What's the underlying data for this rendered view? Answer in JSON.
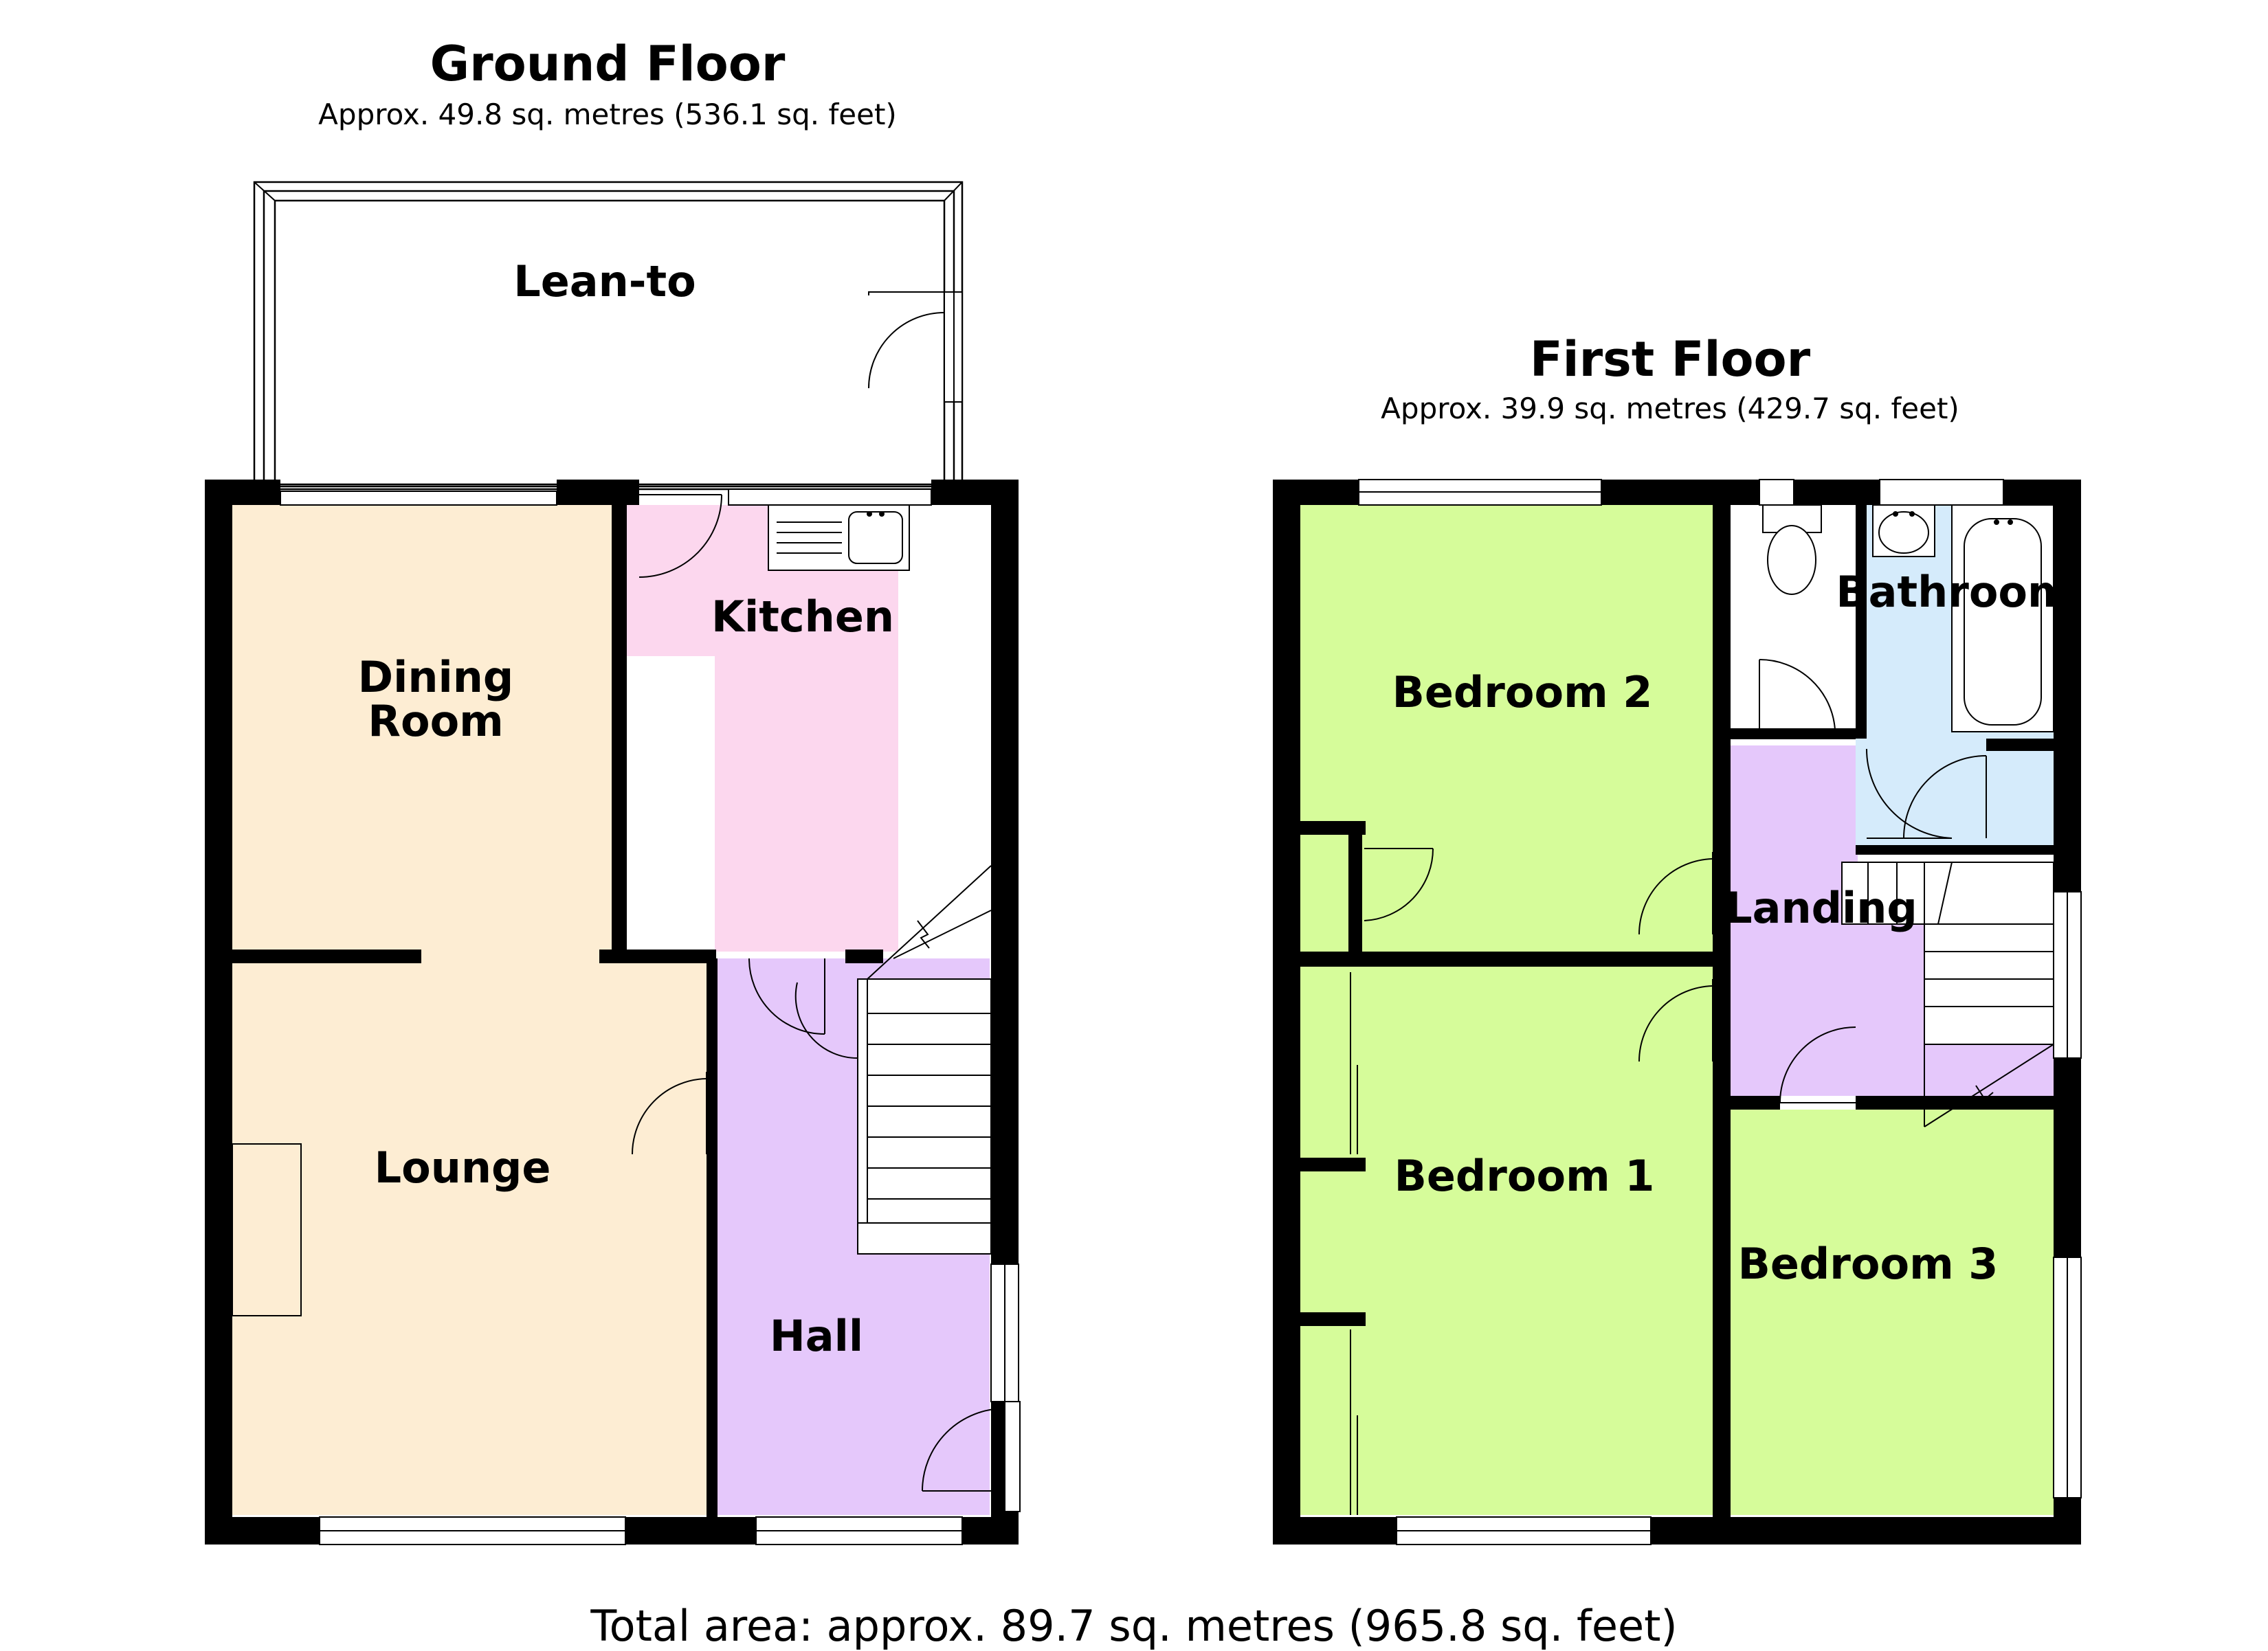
{
  "ground_floor": {
    "title": "Ground Floor",
    "area": "Approx. 49.8 sq. metres (536.1 sq. feet)",
    "rooms": {
      "lean_to": "Lean-to",
      "kitchen": "Kitchen",
      "dining_room": "Dining\nRoom",
      "lounge": "Lounge",
      "hall": "Hall"
    }
  },
  "first_floor": {
    "title": "First Floor",
    "area": "Approx. 39.9 sq. metres (429.7 sq. feet)",
    "rooms": {
      "bedroom_2": "Bedroom 2",
      "bathroom": "Bathroom",
      "landing": "Landing",
      "bedroom_1": "Bedroom 1",
      "bedroom_3": "Bedroom 3"
    }
  },
  "total_area": "Total area: approx. 89.7 sq. metres (965.8 sq. feet)",
  "colors": {
    "dining_lounge": "#FDEDD3",
    "kitchen": "#FCD7EE",
    "hall_landing": "#E5C8FB",
    "bedrooms": "#D6FC9A",
    "bathroom": "#D5EBFB",
    "wall": "#000000"
  }
}
